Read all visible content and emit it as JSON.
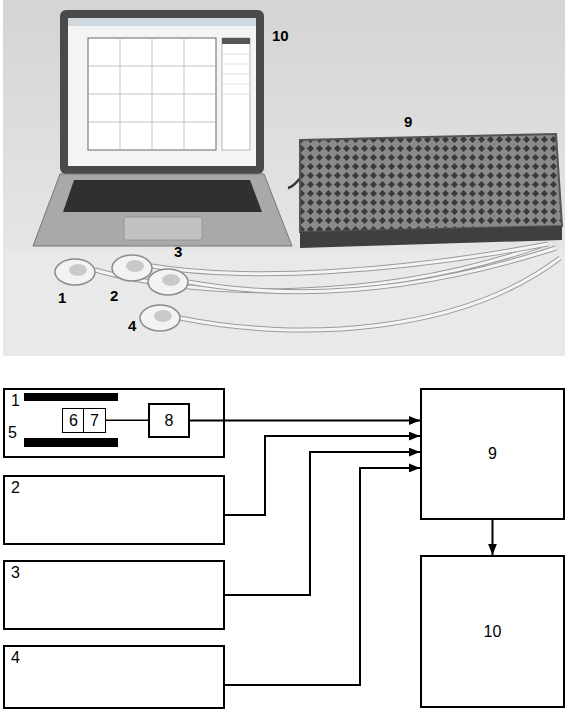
{
  "diagram": {
    "nodes": [
      {
        "text": [
          "1"
        ]
      },
      {
        "text": [
          "6"
        ],
        "in": 0
      },
      {
        "text": [
          "7"
        ],
        "in": 0
      },
      {
        "text": [
          "8"
        ],
        "in": 0
      },
      {
        "text": [
          "2"
        ]
      },
      {
        "text": [
          "3"
        ]
      },
      {
        "text": [
          "4"
        ]
      },
      {
        "text": [
          "9"
        ]
      },
      {
        "text": [
          "10"
        ]
      }
    ],
    "edges": [
      {
        "from": 2,
        "to": 3,
        "arrow": "none"
      },
      {
        "from": 3,
        "to": 7,
        "arrow": "to"
      },
      {
        "from": 4,
        "to": 7,
        "arrow": "to"
      },
      {
        "from": 5,
        "to": 7,
        "arrow": "to"
      },
      {
        "from": 6,
        "to": 7,
        "arrow": "to"
      },
      {
        "from": 7,
        "to": 8,
        "arrow": "to"
      }
    ],
    "labels": [
      "10",
      "9",
      "1",
      "2",
      "3",
      "4",
      "5"
    ]
  }
}
